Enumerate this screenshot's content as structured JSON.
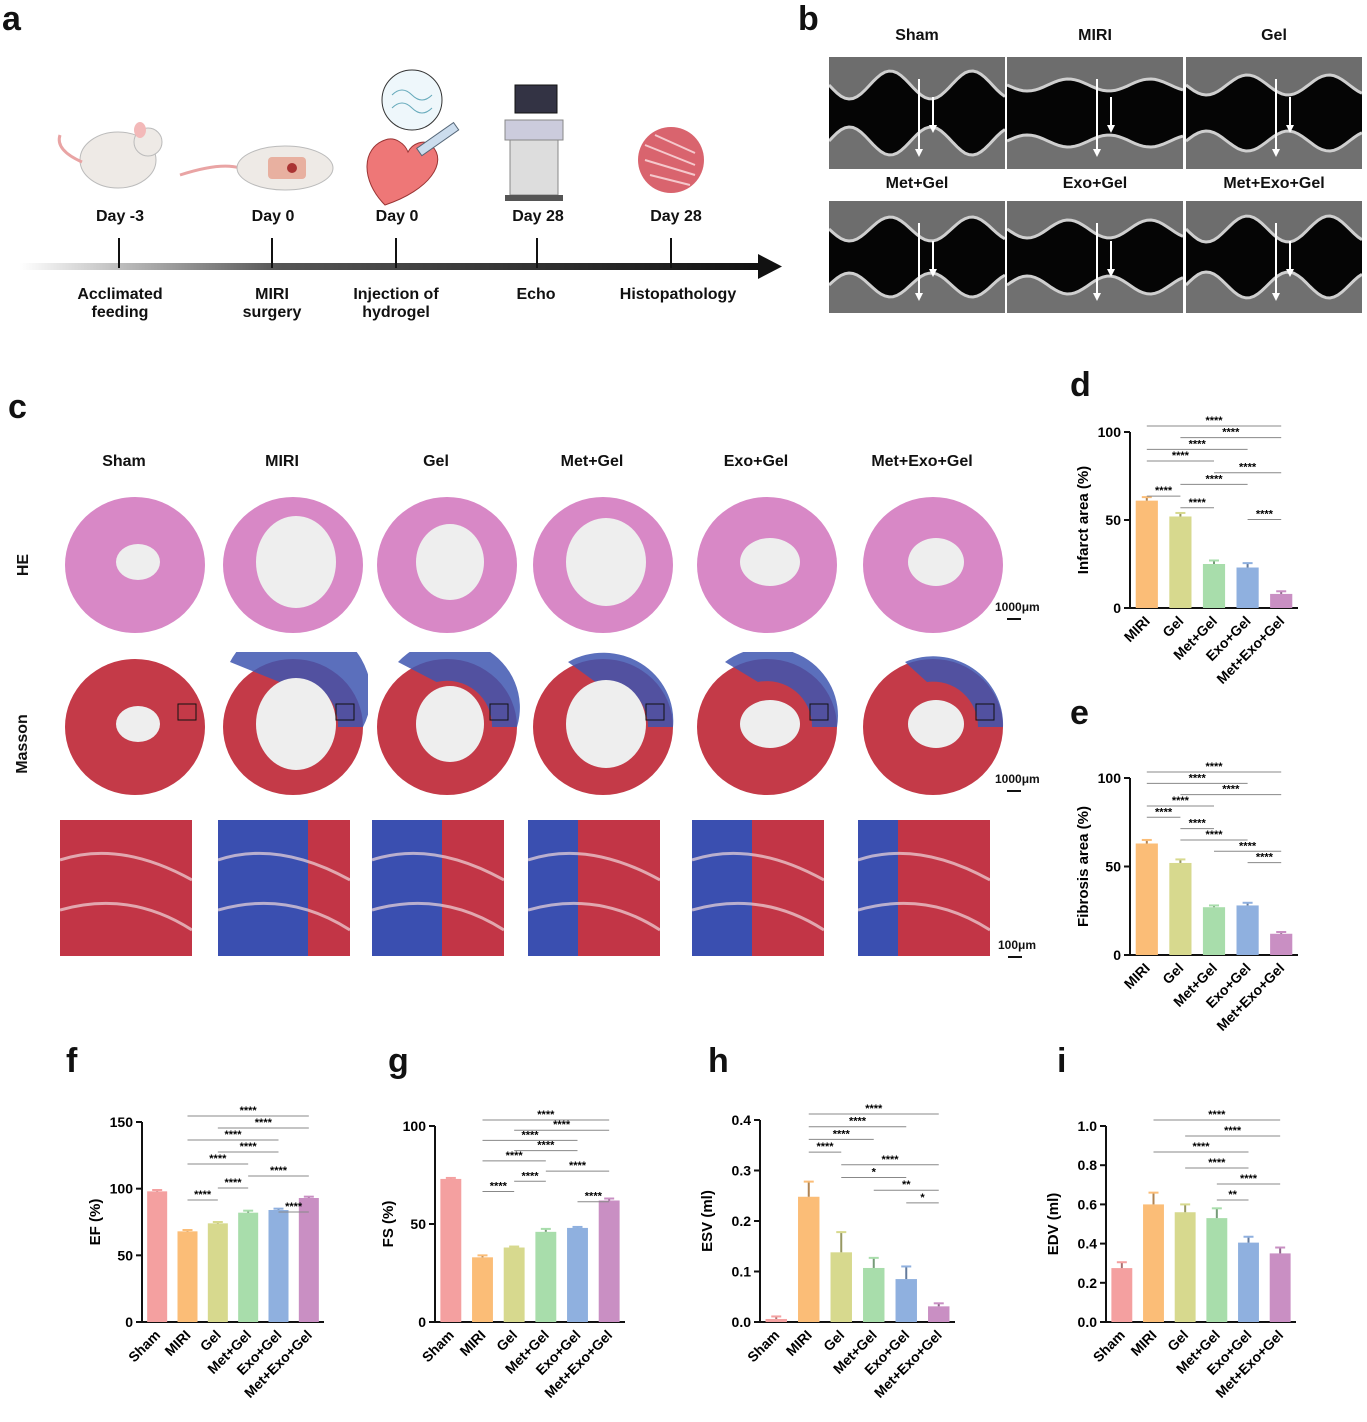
{
  "panels": {
    "a": "a",
    "b": "b",
    "c": "c",
    "d": "d",
    "e": "e",
    "f": "f",
    "g": "g",
    "h": "h",
    "i": "i"
  },
  "timeline": [
    {
      "day": "Day -3",
      "label1": "Acclimated",
      "label2": "feeding"
    },
    {
      "day": "Day 0",
      "label1": "MIRI",
      "label2": "surgery"
    },
    {
      "day": "Day 0",
      "label1": "Injection of",
      "label2": "hydrogel"
    },
    {
      "day": "Day 28",
      "label1": "Echo",
      "label2": ""
    },
    {
      "day": "Day 28",
      "label1": "Histopathology",
      "label2": ""
    }
  ],
  "echo_titles": [
    "Sham",
    "MIRI",
    "Gel",
    "Met+Gel",
    "Exo+Gel",
    "Met+Exo+Gel"
  ],
  "histo": {
    "groups": [
      "Sham",
      "MIRI",
      "Gel",
      "Met+Gel",
      "Exo+Gel",
      "Met+Exo+Gel"
    ],
    "rows": [
      "HE",
      "Masson"
    ],
    "scale1": "1000μm",
    "scale2": "1000μm",
    "scale3": "100μm"
  },
  "colors": {
    "Sham": "#f4a0a0",
    "MIRI": "#fbbd77",
    "Gel": "#d7d98e",
    "Met+Gel": "#a8ddab",
    "Exo+Gel": "#8fb0df",
    "Met+Exo+Gel": "#c98fc3"
  },
  "chart_data": [
    {
      "id": "d",
      "type": "bar",
      "ylabel": "Infarct area (%)",
      "ylim": [
        0,
        100
      ],
      "yticks": [
        0,
        50,
        100
      ],
      "categories": [
        "MIRI",
        "Gel",
        "Met+Gel",
        "Exo+Gel",
        "Met+Exo+Gel"
      ],
      "values": [
        61,
        52,
        25,
        23,
        8
      ],
      "errors": [
        2,
        2,
        2,
        2.5,
        1.5
      ],
      "sig": [
        [
          "****",
          0,
          4
        ],
        [
          "****",
          1,
          4
        ],
        [
          "****",
          0,
          3
        ],
        [
          "****",
          0,
          2
        ],
        [
          "****",
          2,
          4
        ],
        [
          "****",
          1,
          3
        ],
        [
          "****",
          0,
          1
        ],
        [
          "****",
          1,
          2
        ],
        [
          "****",
          3,
          4
        ]
      ]
    },
    {
      "id": "e",
      "type": "bar",
      "ylabel": "Fibrosis area (%)",
      "ylim": [
        0,
        100
      ],
      "yticks": [
        0,
        50,
        100
      ],
      "categories": [
        "MIRI",
        "Gel",
        "Met+Gel",
        "Exo+Gel",
        "Met+Exo+Gel"
      ],
      "values": [
        63,
        52,
        27,
        28,
        12
      ],
      "errors": [
        2,
        2,
        1,
        1.5,
        1
      ],
      "sig": [
        [
          "****",
          0,
          4
        ],
        [
          "****",
          0,
          3
        ],
        [
          "****",
          1,
          4
        ],
        [
          "****",
          0,
          2
        ],
        [
          "****",
          0,
          1
        ],
        [
          "****",
          1,
          2
        ],
        [
          "****",
          1,
          3
        ],
        [
          "****",
          2,
          4
        ],
        [
          "****",
          3,
          4
        ]
      ]
    },
    {
      "id": "f",
      "type": "bar",
      "ylabel": "EF (%)",
      "ylim": [
        0,
        150
      ],
      "yticks": [
        0,
        50,
        100,
        150
      ],
      "categories": [
        "Sham",
        "MIRI",
        "Gel",
        "Met+Gel",
        "Exo+Gel",
        "Met+Exo+Gel"
      ],
      "values": [
        98,
        68,
        74,
        82,
        84,
        93
      ],
      "errors": [
        1,
        1,
        1,
        1.5,
        1,
        1
      ],
      "sig": [
        [
          "****",
          1,
          5
        ],
        [
          "****",
          2,
          5
        ],
        [
          "****",
          1,
          4
        ],
        [
          "****",
          2,
          4
        ],
        [
          "****",
          1,
          3
        ],
        [
          "****",
          3,
          5
        ],
        [
          "****",
          2,
          3
        ],
        [
          "****",
          1,
          2
        ],
        [
          "****",
          4,
          5
        ]
      ]
    },
    {
      "id": "g",
      "type": "bar",
      "ylabel": "FS (%)",
      "ylim": [
        0,
        100
      ],
      "yticks": [
        0,
        50,
        100
      ],
      "categories": [
        "Sham",
        "MIRI",
        "Gel",
        "Met+Gel",
        "Exo+Gel",
        "Met+Exo+Gel"
      ],
      "values": [
        73,
        33,
        38,
        46,
        48,
        62
      ],
      "errors": [
        0.5,
        1,
        0.5,
        1.5,
        0.5,
        1
      ],
      "sig": [
        [
          "****",
          1,
          5
        ],
        [
          "****",
          2,
          5
        ],
        [
          "****",
          1,
          4
        ],
        [
          "****",
          2,
          4
        ],
        [
          "****",
          1,
          3
        ],
        [
          "****",
          3,
          5
        ],
        [
          "****",
          2,
          3
        ],
        [
          "****",
          1,
          2
        ],
        [
          "****",
          4,
          5
        ]
      ]
    },
    {
      "id": "h",
      "type": "bar",
      "ylabel": "ESV (ml)",
      "ylim": [
        0,
        0.4
      ],
      "yticks": [
        0.0,
        0.1,
        0.2,
        0.3,
        0.4
      ],
      "categories": [
        "Sham",
        "MIRI",
        "Gel",
        "Met+Gel",
        "Exo+Gel",
        "Met+Exo+Gel"
      ],
      "values": [
        0.006,
        0.248,
        0.138,
        0.107,
        0.085,
        0.031
      ],
      "errors": [
        0.005,
        0.03,
        0.04,
        0.02,
        0.025,
        0.006
      ],
      "sig": [
        [
          "****",
          1,
          5
        ],
        [
          "****",
          1,
          4
        ],
        [
          "****",
          1,
          3
        ],
        [
          "****",
          1,
          2
        ],
        [
          "****",
          2,
          5
        ],
        [
          "*",
          2,
          4
        ],
        [
          "**",
          3,
          5
        ],
        [
          "*",
          4,
          5
        ]
      ]
    },
    {
      "id": "i",
      "type": "bar",
      "ylabel": "EDV (ml)",
      "ylim": [
        0,
        1.0
      ],
      "yticks": [
        0.0,
        0.2,
        0.4,
        0.6,
        0.8,
        1.0
      ],
      "categories": [
        "Sham",
        "MIRI",
        "Gel",
        "Met+Gel",
        "Exo+Gel",
        "Met+Exo+Gel"
      ],
      "values": [
        0.275,
        0.6,
        0.56,
        0.53,
        0.405,
        0.35
      ],
      "errors": [
        0.03,
        0.06,
        0.04,
        0.05,
        0.03,
        0.03
      ],
      "sig": [
        [
          "****",
          1,
          5
        ],
        [
          "****",
          2,
          5
        ],
        [
          "****",
          1,
          4
        ],
        [
          "****",
          2,
          4
        ],
        [
          "****",
          3,
          5
        ],
        [
          "**",
          3,
          4
        ]
      ]
    }
  ]
}
